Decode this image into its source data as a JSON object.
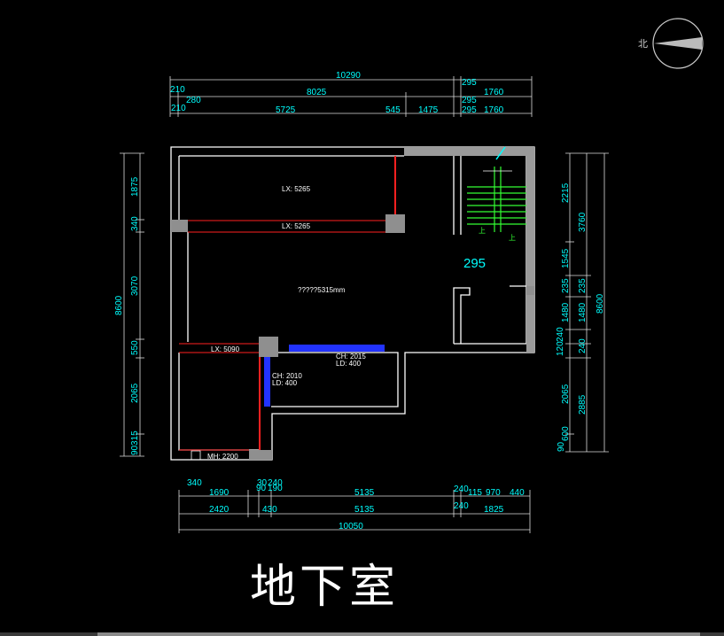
{
  "title": "地下室",
  "compass_label": "北",
  "room_labels": {
    "lx_top": "LX: 5265",
    "lx_mid": "LX: 5265",
    "center": "?????5315mm",
    "lx_left": "LX: 5090",
    "ch_right": "CH: 2015",
    "ld_right": "LD: 400",
    "ch_left": "CH: 2010",
    "ld_left": "LD: 400",
    "mh": "MH: 2200",
    "stair_up_a": "上",
    "stair_up_b": "上",
    "stair_step": "295"
  },
  "dims": {
    "top_row1": [
      "10290",
      "295"
    ],
    "top_row2": [
      "210",
      "8025",
      "1760"
    ],
    "top_row3": [
      "280",
      "295"
    ],
    "top_row4": [
      "210",
      "5725",
      "545",
      "1475",
      "295",
      "1760"
    ],
    "left_outer": "8600",
    "left_inner": [
      "1875",
      "340",
      "3070",
      "550",
      "2065",
      "315",
      "90"
    ],
    "right_a": [
      "2215",
      "1545",
      "235",
      "1480",
      "240",
      "120",
      "2065",
      "600",
      "90"
    ],
    "right_b": [
      "3760",
      "235",
      "1480",
      "240",
      "2885"
    ],
    "right_outer": "8600",
    "bottom_row1": [
      "340",
      "30",
      "240"
    ],
    "bottom_row2": [
      "1690",
      "90",
      "190",
      "5135",
      "240",
      "115",
      "970",
      "440"
    ],
    "bottom_row3": [
      "2420",
      "430",
      "5135",
      "240",
      "1825"
    ],
    "bottom_total": "10050"
  },
  "colors": {
    "background": "#000000",
    "dimension_text": "#00ffff",
    "wall": "#ffffff",
    "beam_red": "#ff2020",
    "beam_blue": "#2233ff",
    "stair_green": "#33ff33",
    "column_gray": "#9a9a9a"
  }
}
